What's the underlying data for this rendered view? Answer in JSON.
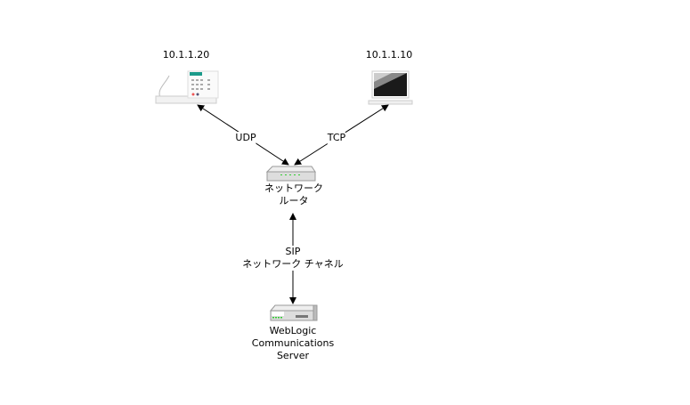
{
  "nodes": {
    "phone": {
      "ip": "10.1.1.20"
    },
    "laptop": {
      "ip": "10.1.1.10"
    },
    "router": {
      "line1": "ネットワーク",
      "line2": "ルータ"
    },
    "server": {
      "line1": "WebLogic",
      "line2": "Communications",
      "line3": "Server"
    }
  },
  "links": {
    "phone_router": "UDP",
    "laptop_router": "TCP",
    "router_server": {
      "line1": "SIP",
      "line2": "ネットワーク チャネル"
    }
  },
  "colors": {
    "line": "#000000",
    "screen": "#1a1a1a",
    "led": "#33cc33",
    "phone_display": "#1a9a8a"
  }
}
